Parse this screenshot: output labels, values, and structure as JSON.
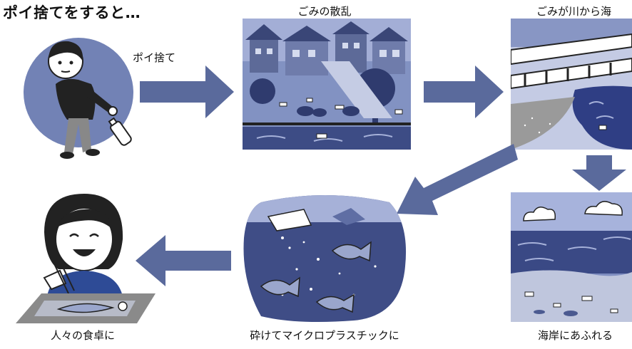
{
  "title": "ポイ捨てをすると…",
  "steps": [
    {
      "label": "ポイ捨て"
    },
    {
      "label": "ごみの散乱"
    },
    {
      "label": "ごみが川から海"
    },
    {
      "label": "海岸にあふれる"
    },
    {
      "label": "砕けてマイクロプラスチックに"
    },
    {
      "label": "人々の食卓に"
    }
  ],
  "colors": {
    "accent": "#5a6a9c",
    "dark_blue": "#2d3d7a",
    "mid_blue": "#4c5c93",
    "light_blue": "#8090be",
    "gray": "#8a8a8a"
  }
}
